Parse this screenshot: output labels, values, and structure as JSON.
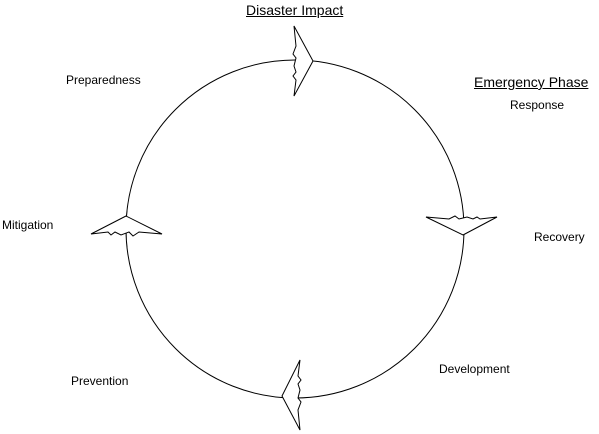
{
  "diagram": {
    "headings": {
      "disaster_impact": "Disaster Impact",
      "emergency_phase": "Emergency Phase"
    },
    "stages": {
      "response": "Response",
      "recovery": "Recovery",
      "development": "Development",
      "prevention": "Prevention",
      "mitigation": "Mitigation",
      "preparedness": "Preparedness"
    }
  }
}
